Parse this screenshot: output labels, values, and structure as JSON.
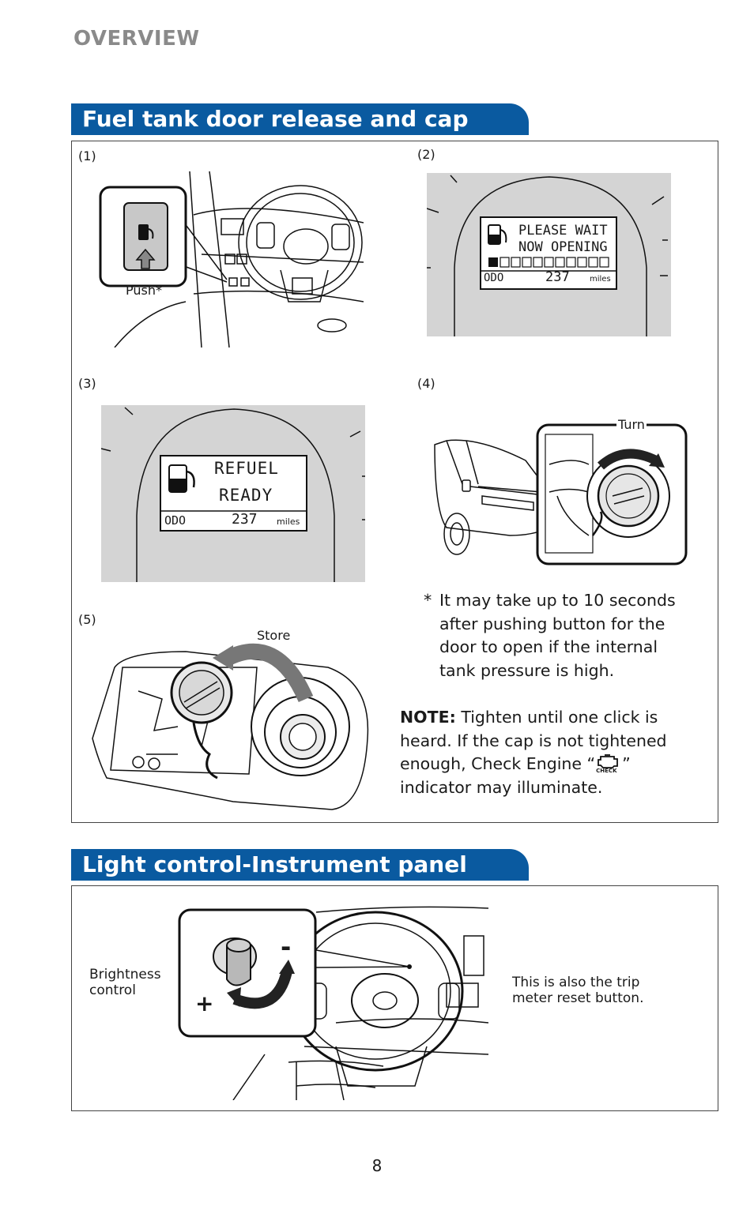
{
  "header": {
    "section": "OVERVIEW"
  },
  "fuel": {
    "title": "Fuel tank door release and cap",
    "p1": {
      "label": "(1)",
      "push": "Push*"
    },
    "p2": {
      "label": "(2)",
      "line1": "PLEASE WAIT",
      "line2": "NOW OPENING",
      "odo": "ODO",
      "odo_value": "237",
      "unit": "miles"
    },
    "p3": {
      "label": "(3)",
      "line1": "REFUEL",
      "line2": "READY",
      "odo": "ODO",
      "odo_value": "237",
      "unit": "miles"
    },
    "p4": {
      "label": "(4)",
      "turn": "Turn"
    },
    "p5": {
      "label": "(5)",
      "store": "Store"
    },
    "footnote": {
      "star": "*",
      "lines": [
        "It may take up to 10 seconds",
        "after pushing button for the",
        "door to open if the internal",
        "tank pressure is high."
      ]
    },
    "note": {
      "label": "NOTE:",
      "l1": "Tighten until one click is",
      "l2": "heard. If the cap is not tightened",
      "l3a": "enough, Check Engine “",
      "l3b": "”",
      "check_icon_text": "CHECK",
      "l4": "indicator may illuminate."
    }
  },
  "light": {
    "title": "Light control-Instrument panel",
    "brightness": [
      "Brightness",
      "control"
    ],
    "minus": "-",
    "plus": "+",
    "trip": [
      "This is also the trip",
      "meter reset button."
    ]
  },
  "footer": {
    "page_number": "8"
  },
  "colors": {
    "banner": "#0a5aa0",
    "section_label": "#8a8a8a",
    "lcd_background": "#d4d4d4"
  }
}
